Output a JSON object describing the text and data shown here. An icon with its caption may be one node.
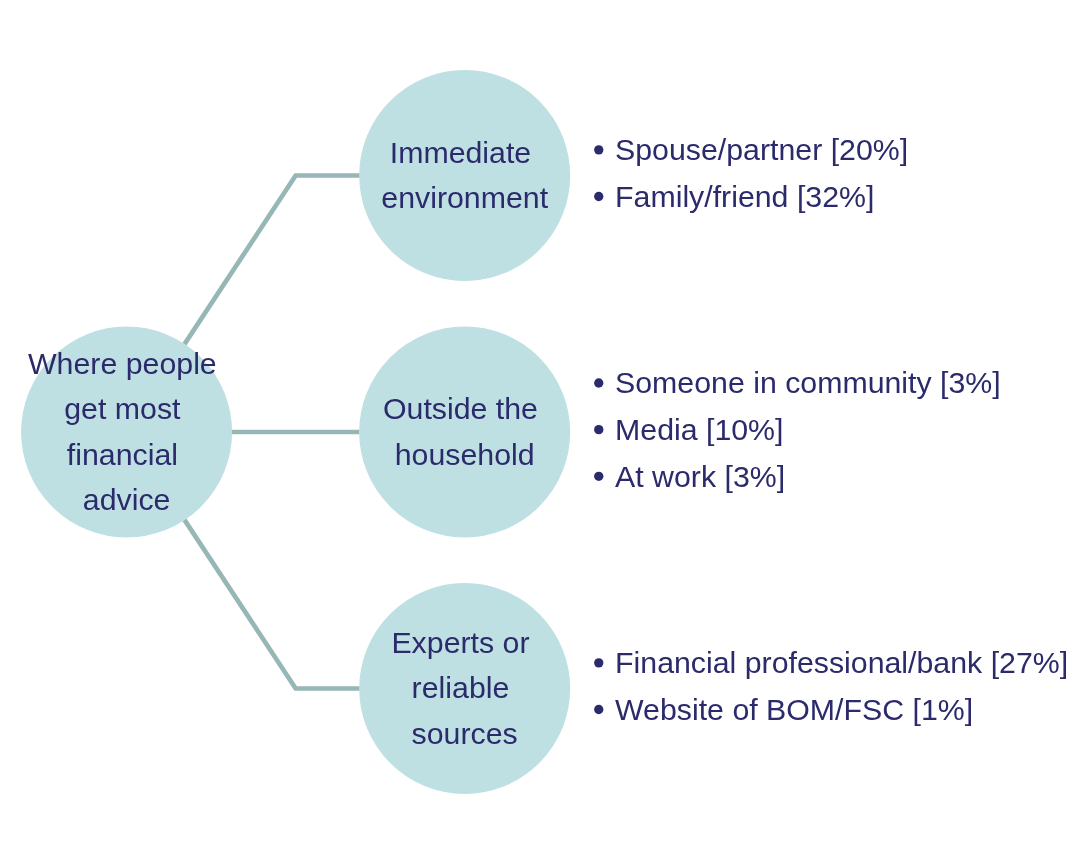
{
  "diagram": {
    "nodes": [
      {
        "text": [
          "Where people get most financial advice"
        ]
      },
      {
        "text": [
          "Immediate environment"
        ],
        "beside": [
          "Spouse/partner [20%]",
          "Family/friend [32%]"
        ]
      },
      {
        "text": [
          "Outside the household"
        ],
        "beside": [
          "Someone in community [3%]",
          "Media [10%]",
          "At work [3%]"
        ]
      },
      {
        "text": [
          "Experts or reliable sources"
        ],
        "beside": [
          "Financial professional/bank [27%]",
          "Website of BOM/FSC [1%]"
        ]
      }
    ],
    "edges": [
      {
        "from": 0,
        "to": 1,
        "arrow": "none"
      },
      {
        "from": 0,
        "to": 2,
        "arrow": "none"
      },
      {
        "from": 0,
        "to": 3,
        "arrow": "none"
      }
    ]
  }
}
